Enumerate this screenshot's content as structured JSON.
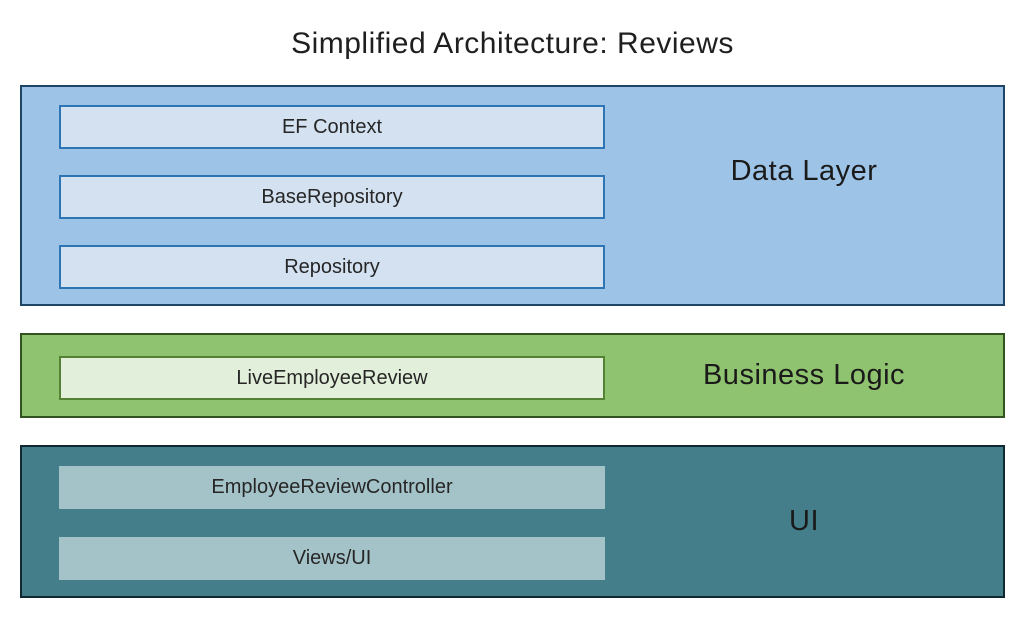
{
  "title": "Simplified Architecture: Reviews",
  "layers": [
    {
      "label": "Data Layer",
      "components": [
        "EF Context",
        "BaseRepository",
        "Repository"
      ]
    },
    {
      "label": "Business Logic",
      "components": [
        "LiveEmployeeReview"
      ]
    },
    {
      "label": "UI",
      "components": [
        "EmployeeReviewController",
        "Views/UI"
      ]
    }
  ],
  "colors": {
    "data-fill": "#9DC3E6",
    "data-border": "#1F4566",
    "data-inner-fill": "#D3E1F1",
    "data-inner-border": "#2E75B6",
    "biz-fill": "#8FC36F",
    "biz-border": "#30531F",
    "biz-inner-fill": "#E2EFDA",
    "biz-inner-border": "#548235",
    "ui-fill": "#447E8B",
    "ui-border": "#102830",
    "ui-inner-fill": "#A4C3C8",
    "text": "#1A1A1A"
  }
}
